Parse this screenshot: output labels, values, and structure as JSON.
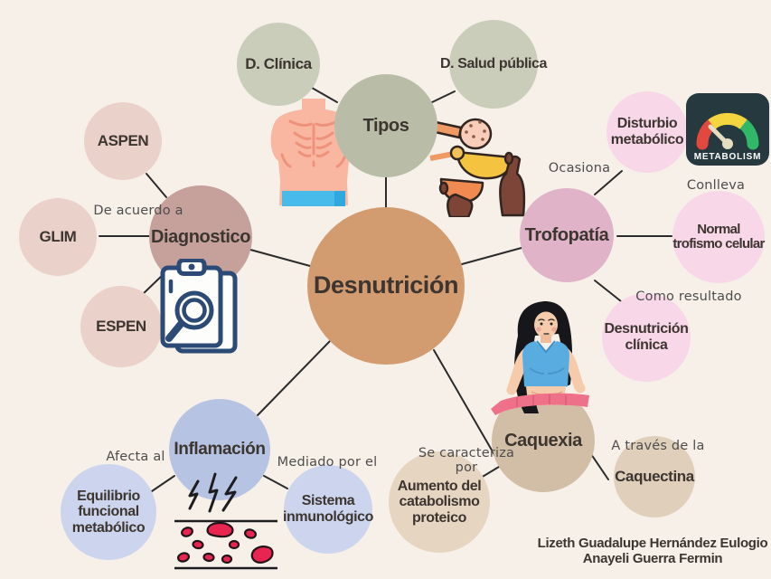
{
  "title": "Desnutrición",
  "center": {
    "label": "Desnutrición"
  },
  "branches": {
    "tipos": {
      "label": "Tipos",
      "children": [
        {
          "label": "D. Clínica"
        },
        {
          "label": "D. Salud pública"
        }
      ]
    },
    "diagnostico": {
      "label": "Diagnostico",
      "edge_label": "De acuerdo a",
      "children": [
        {
          "label": "ASPEN"
        },
        {
          "label": "GLIM"
        },
        {
          "label": "ESPEN"
        }
      ]
    },
    "trofopatia": {
      "label": "Trofopatía",
      "children": [
        {
          "edge_label": "Ocasiona",
          "label": "Disturbio metabólico"
        },
        {
          "edge_label": "Conlleva",
          "label": "Normal trofismo celular"
        },
        {
          "edge_label": "Como resultado",
          "label": "Desnutrición clínica"
        }
      ]
    },
    "inflamacion": {
      "label": "Inflamación",
      "children": [
        {
          "edge_label": "Afecta al",
          "label": "Equilibrio funcional metabólico"
        },
        {
          "edge_label": "Mediado por el",
          "label": "Sistema inmunológico"
        }
      ]
    },
    "caquexia": {
      "label": "Caquexia",
      "children": [
        {
          "edge_label": "Se caracteriza por",
          "label": "Aumento del catabolismo proteico"
        },
        {
          "edge_label": "A través de la",
          "label": "Caquectina"
        }
      ]
    }
  },
  "icons": {
    "torso": "malnourished-torso-icon",
    "feeding": "hands-sharing-food-icon",
    "metabolism": "metabolism-gauge-icon",
    "metabolism_label": "METABOLISM",
    "clipboard": "clipboard-magnifier-icon",
    "inflammation": "blood-vessel-inflammation-icon",
    "woman": "woman-measuring-waist-icon"
  },
  "credits": {
    "line1": "Lizeth Guadalupe Hernández Eulogio",
    "line2": "Anayeli Guerra Fermin"
  },
  "colors": {
    "background": "#f7f0e8",
    "center_node": "#d29c70",
    "tipos_node": "#b9bda7",
    "tipos_child": "#cbcdbb",
    "diagnostico_node": "#c6a19b",
    "diagnostico_child": "#ead1c9",
    "trofopatia_node": "#e0b3c8",
    "trofopatia_child": "#f8d7e8",
    "inflamacion_node": "#b7c3e2",
    "inflamacion_child": "#cdd5ee",
    "caquexia_node": "#d2bea6",
    "caquexia_child": "#e6d5c1",
    "connector": "#2b2b2b",
    "edge_label_text": "#4d4d4d",
    "node_text": "#3c3530"
  }
}
